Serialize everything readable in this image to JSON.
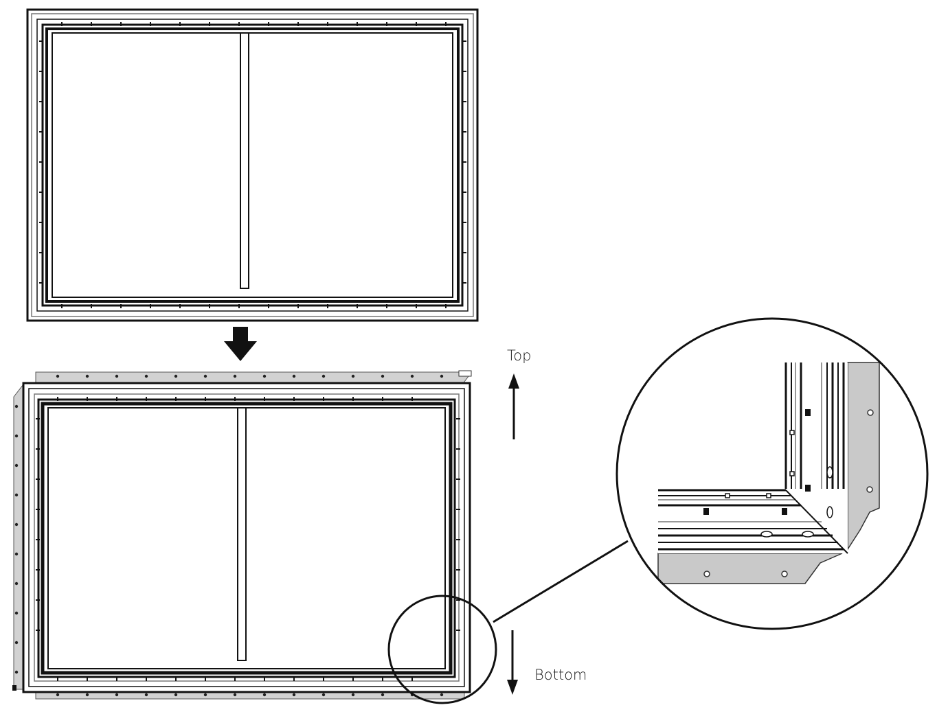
{
  "labels": {
    "top": "Top",
    "bottom": "Bottom"
  },
  "colors": {
    "line": "#111111",
    "panel_gray": "#c9c9c9",
    "mid_gray": "#9a9a9a",
    "background": "#ffffff"
  },
  "figures": [
    {
      "id": "frame-before",
      "description_icon": "screen-frame-icon"
    },
    {
      "id": "frame-after",
      "description_icon": "screen-frame-with-side-panels-icon"
    },
    {
      "id": "corner-detail",
      "description_icon": "magnified-corner-icon"
    }
  ]
}
